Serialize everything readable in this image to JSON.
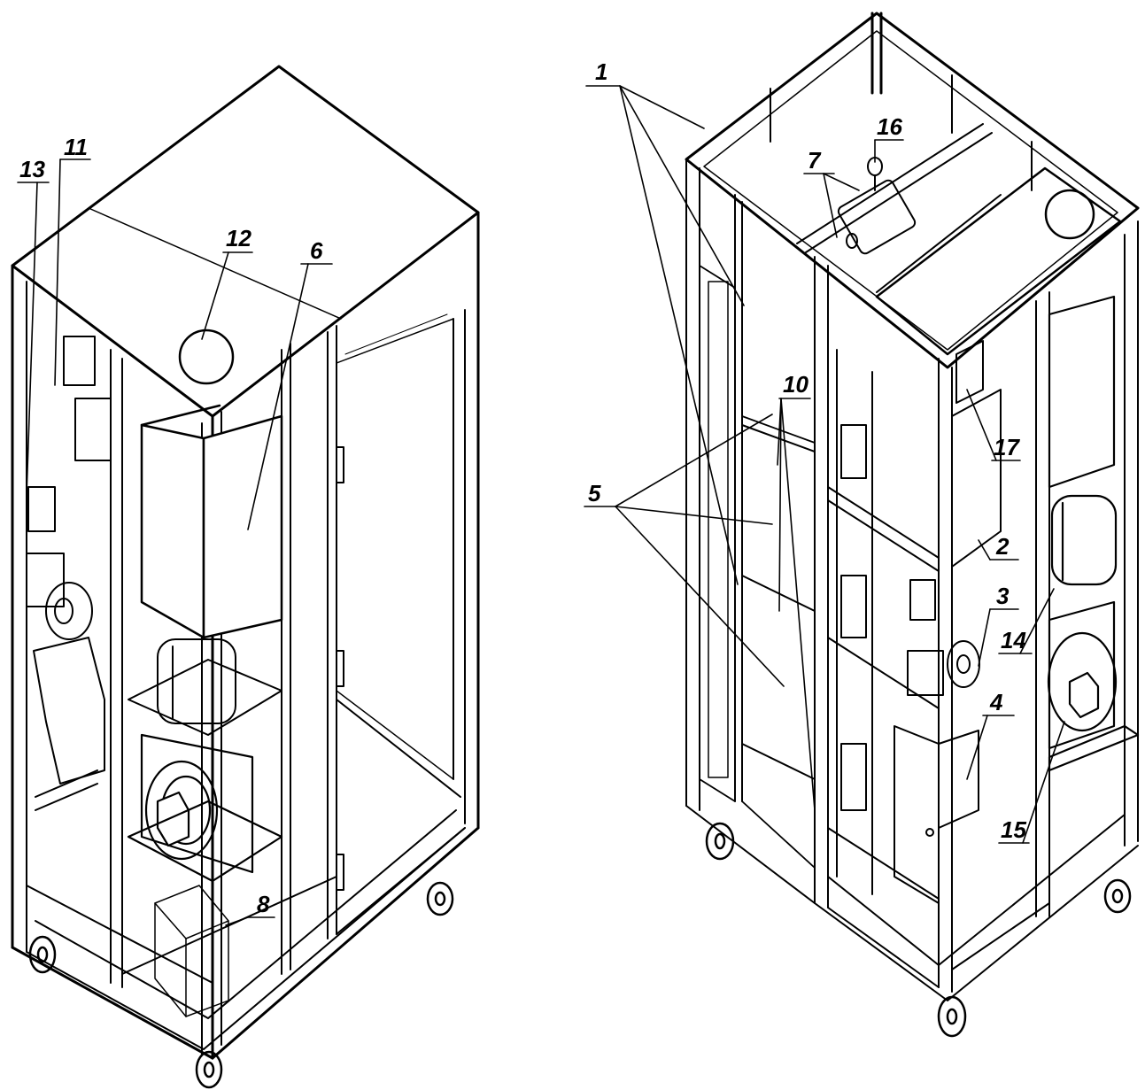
{
  "diagram": {
    "views": [
      {
        "id": "left-view"
      },
      {
        "id": "right-view"
      }
    ],
    "callouts": {
      "left": [
        "13",
        "11",
        "12",
        "6",
        "8"
      ],
      "right": [
        "1",
        "16",
        "7",
        "10",
        "5",
        "17",
        "2",
        "3",
        "14",
        "4",
        "15"
      ]
    },
    "colors": {
      "line": "#000000",
      "background": "#ffffff"
    }
  }
}
